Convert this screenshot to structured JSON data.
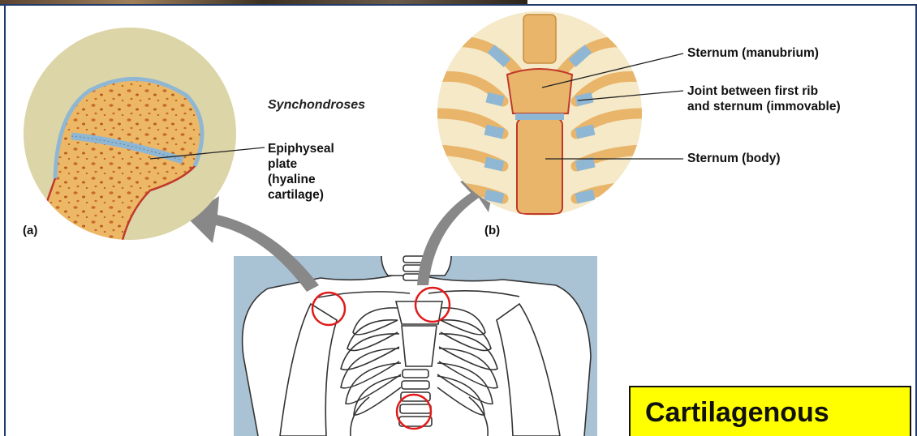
{
  "figure": {
    "title": "Synchondroses",
    "panel_a": {
      "letter": "(a)",
      "label": "Epiphyseal\nplate\n(hyaline\ncartilage)"
    },
    "panel_b": {
      "letter": "(b)",
      "labels": {
        "manubrium": "Sternum (manubrium)",
        "first_rib_joint": "Joint between first rib\nand sternum (immovable)",
        "body": "Sternum (body)"
      }
    },
    "caption": "Cartilagenous"
  },
  "colors": {
    "bone": "#e9b56a",
    "cartilage": "#8fb7d4",
    "inset_background": "#dcd5a8",
    "torso_background": "#a9c2d4",
    "highlight_circle": "#e01b1b",
    "caption_background": "#ffff00"
  }
}
